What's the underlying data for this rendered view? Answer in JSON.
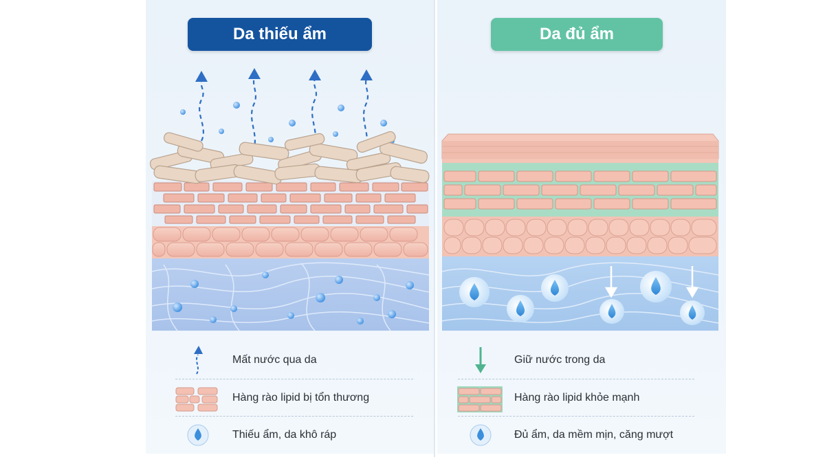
{
  "left": {
    "title": "Da thiếu ẩm",
    "accent_color": "#14549f",
    "legend": [
      {
        "icon": "dashed-arrow-up-icon",
        "text": "Mất nước qua da"
      },
      {
        "icon": "damaged-lipid-barrier-icon",
        "text": "Hàng rào lipid bị tổn thương"
      },
      {
        "icon": "water-drop-icon",
        "text": "Thiếu ẩm, da khô ráp"
      }
    ]
  },
  "right": {
    "title": "Da đủ ẩm",
    "accent_color": "#62c3a4",
    "legend": [
      {
        "icon": "arrow-down-icon",
        "text": "Giữ nước trong da"
      },
      {
        "icon": "healthy-lipid-barrier-icon",
        "text": "Hàng rào lipid khỏe mạnh"
      },
      {
        "icon": "water-drop-icon",
        "text": "Đủ ẩm, da mềm mịn, căng mượt"
      }
    ]
  }
}
